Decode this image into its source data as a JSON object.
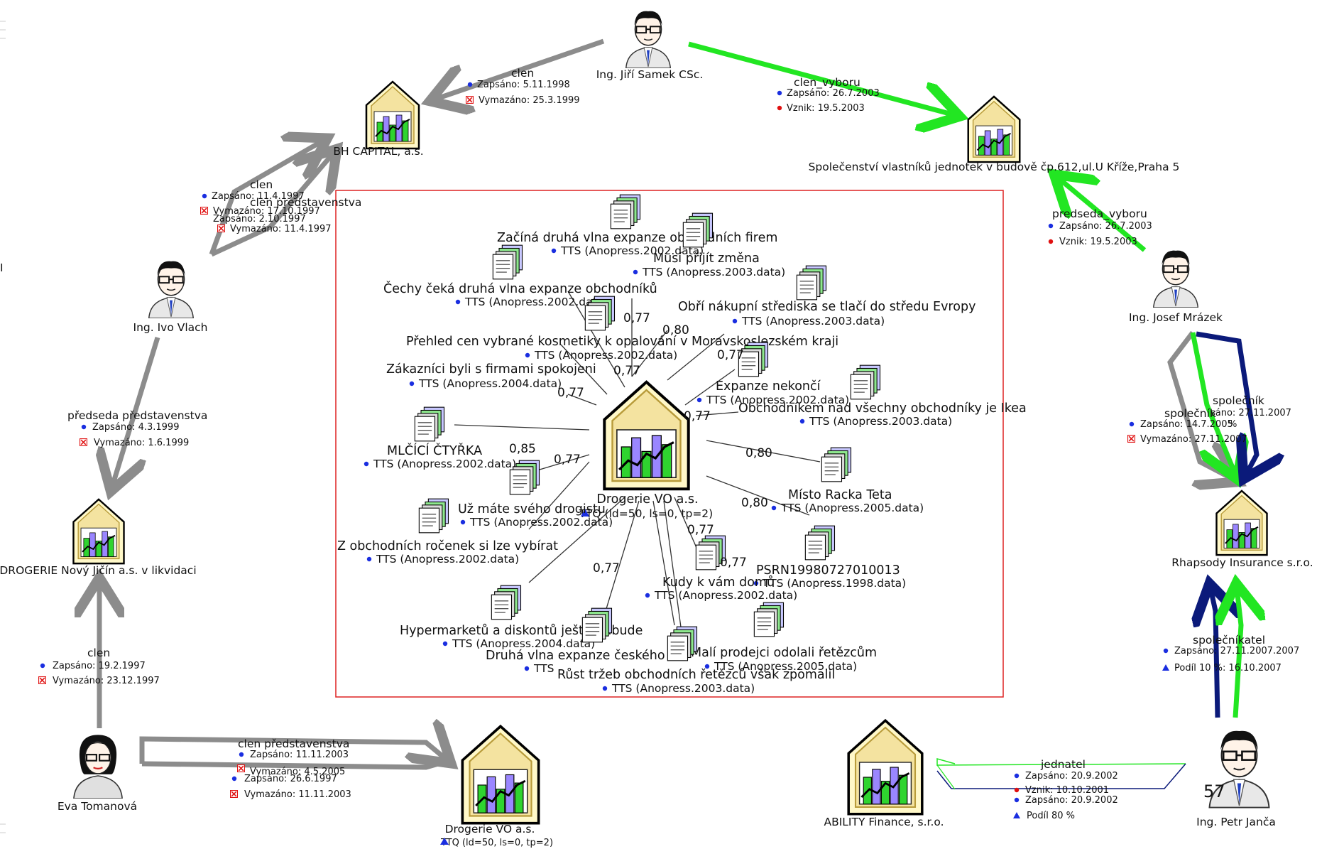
{
  "colors": {
    "gray_edge": "#8c8c8c",
    "green_edge": "#22e622",
    "navy_edge": "#0b1a7a",
    "thin_line": "#333333",
    "frame": "#dd2222",
    "dot_blue": "#1a2ee0",
    "dot_red": "#e01010"
  },
  "icons": {
    "company": "company-house-chart-icon",
    "person_male": "man-with-glasses-icon",
    "person_female": "woman-with-glasses-icon",
    "document": "stacked-documents-icon",
    "registered": "blue-dot-icon",
    "deleted": "red-x-icon",
    "founded": "red-dot-icon",
    "share": "blue-triangle-icon"
  },
  "nodes": {
    "samek": {
      "label": "Ing. Jiří Samek CSc."
    },
    "bh_capital": {
      "label": "BH CAPITAL, a.s."
    },
    "spolecenstvi": {
      "label": "Společenství vlastníků jednotek v budově čp.612,ul.U Kříže,Praha 5"
    },
    "vlach": {
      "label": "Ing. Ivo Vlach"
    },
    "mrazek": {
      "label": "Ing. Josef Mrázek"
    },
    "drogerie_nj": {
      "label": "DROGERIE Nový Jičín a.s. v likvidaci"
    },
    "rhapsody": {
      "label": "Rhapsody Insurance s.r.o."
    },
    "tomanova": {
      "label": "Eva Tomanová"
    },
    "drogerie_vo_bottom": {
      "label": "Drogerie VO a.s.",
      "sub": "TTQ (ld=50, ls=0, tp=2)"
    },
    "ability": {
      "label": "ABILITY Finance, s.r.o."
    },
    "janca": {
      "label": "Ing. Petr Janča",
      "badge": "57"
    },
    "drogerie_vo_center": {
      "label": "Drogerie VO a.s.",
      "sub": "TTQ (ld=50, ls=0, tp=2)"
    }
  },
  "edges": {
    "samek_bh": {
      "role": "clen",
      "zapsano": "Zapsáno: 5.11.1998",
      "vymazano": "Vymazáno: 25.3.1999"
    },
    "samek_spol": {
      "role": "clen_vyboru",
      "zapsano": "Zapsáno: 26.7.2003",
      "vznik": "Vznik: 19.5.2003"
    },
    "vlach_bh": {
      "role": "clen",
      "role2": "clen predstavenstva",
      "zapsano": "Zapsáno: 11.4.1997",
      "vymazano": "Vymazáno: 17.10.1997",
      "zapsano2": "Zapsáno: 2.10.1997",
      "vymazano2": "Vymazáno: 11.4.1997"
    },
    "vlach_dnj": {
      "role": "předseda představenstva",
      "zapsano": "Zapsáno: 4.3.1999",
      "vymazano": "Vymazáno: 1.6.1999"
    },
    "mrazek_spol": {
      "role": "predseda_vyboru",
      "zapsano": "Zapsáno: 26.7.2003",
      "vznik": "Vznik: 19.5.2003"
    },
    "mrazek_rh": {
      "role": "společník",
      "role2": "společník",
      "zapsano": "Zapsáno: 14.7.2005",
      "zapsano_b": "sáno: 27.11.2007",
      "vymazano": "Vymazáno: 27.11.2007",
      "extra": "%"
    },
    "tomanova_dnj": {
      "role": "clen",
      "zapsano": "Zapsáno: 19.2.1997",
      "vymazano": "Vymazáno: 23.12.1997"
    },
    "tomanova_dvo": {
      "role": "clen představenstva",
      "zapsano": "Zapsáno: 11.11.2003",
      "vymazano": "Vymazáno: 4.5.2005",
      "zapsano2": "Zapsáno: 26.6.1997",
      "vymazano2": "Vymazáno: 11.11.2003"
    },
    "janca_rh": {
      "role": "společníkatel",
      "zapsano": "Zapsáno: 27.11.2007.2007",
      "podil": "Podíl 10 %: 16.10.2007"
    },
    "janca_ab": {
      "role": "jednatel",
      "zapsano": "Zapsáno: 20.9.2002",
      "vznik": "Vznik: 10.10.2001",
      "zapsano2": "Zapsáno: 20.9.2002",
      "podil": "Podíl 80 %"
    }
  },
  "articles": [
    {
      "title": "Začíná druhá vlna expanze obchodních firem",
      "src": "TTS (Anopress.2002.data)",
      "score": "0,77"
    },
    {
      "title": "Musí přijít změna",
      "src": "TTS (Anopress.2003.data)",
      "score": "0,80"
    },
    {
      "title": "Čechy čeká druhá vlna expanze obchodníků",
      "src": "TTS (Anopress.2002.data)",
      "score": "0,77"
    },
    {
      "title": "Obří nákupní střediska se tlačí do středu Evropy",
      "src": "TTS (Anopress.2003.data)",
      "score": "0,77"
    },
    {
      "title": "Přehled cen vybrané kosmetiky k opalování v Moravskoslezském kraji",
      "src": "TTS (Anopress.2002.data)",
      "score": "0,77"
    },
    {
      "title": "Zákazníci byli s firmami spokojeni",
      "src": "TTS (Anopress.2004.data)",
      "score": "0,77"
    },
    {
      "title": "Expanze nekončí",
      "src": "TTS (Anopress.2002.data)",
      "score": "0,77"
    },
    {
      "title": "Obchodníkem nad všechny obchodníky je Ikea",
      "src": "TTS (Anopress.2003.data)",
      "score": "0,77"
    },
    {
      "title": "MLČÍCÍ ČTYŘKA",
      "src": "TTS (Anopress.2002.data)",
      "score": "0,85"
    },
    {
      "title": "Místo Racka Teta",
      "src": "TTS (Anopress.2005.data)",
      "score": "0,80"
    },
    {
      "title": "Už máte svého drogistu",
      "src": "TTS (Anopress.2002.data)",
      "score": "0,77"
    },
    {
      "title": "Z obchodních ročenek si lze vybírat",
      "src": "TTS (Anopress.2002.data)",
      "score": "0,77"
    },
    {
      "title": "PSRN19980727010013",
      "src": "TTS (Anopress.1998.data)",
      "score": "0,80"
    },
    {
      "title": "Kudy k vám domů",
      "src": "TTS (Anopress.2002.data)",
      "score": "0,77"
    },
    {
      "title": "Hypermarketů a diskontů ještě přibude",
      "src": "TTS (Anopress.2004.data)",
      "score": "0,77"
    },
    {
      "title": "Druhá vlna expanze českého ob",
      "src": "TTS",
      "score": "0,77"
    },
    {
      "title": "Malí prodejci odolali řetězcům",
      "src": "TTS (Anopress.2005.data)",
      "score": "0,77"
    },
    {
      "title": "Růst tržeb obchodních řetězců však zpomalil",
      "src": "TTS (Anopress.2003.data)",
      "score": "0,77"
    }
  ],
  "edge_labels_center": [
    "0,77",
    "0,80",
    "0,77",
    "0,77",
    "0,77",
    "0,85",
    "0,77",
    "0,80",
    "0,80",
    "0,77",
    "0,77",
    "0,77",
    "0,77"
  ],
  "stray_text": "I"
}
